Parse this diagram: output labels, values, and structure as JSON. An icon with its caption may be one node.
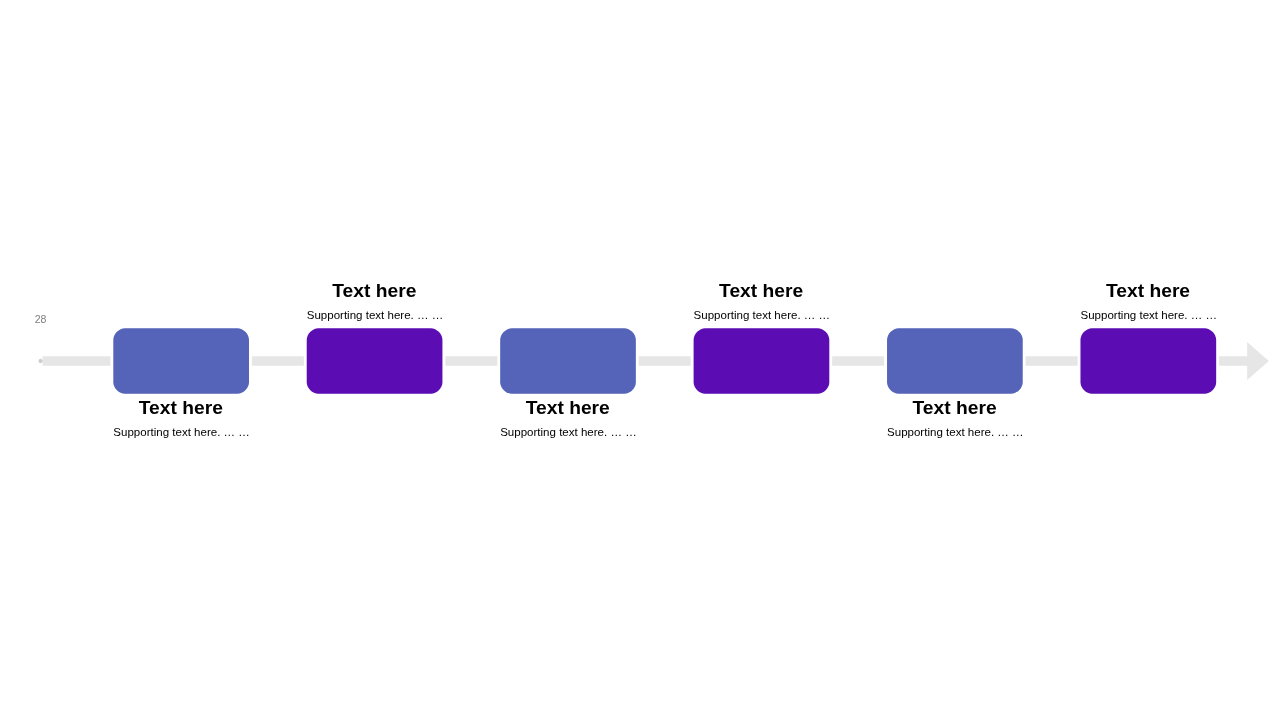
{
  "diagram": {
    "nodes": [
      {
        "text": [
          "Text here",
          "Supporting text here. … …"
        ]
      },
      {
        "text": [
          "Text here",
          "Supporting text here. … …"
        ]
      },
      {
        "text": [
          "Text here",
          "Supporting text here. … …"
        ]
      },
      {
        "text": [
          "Text here",
          "Supporting text here. … …"
        ]
      },
      {
        "text": [
          "Text here",
          "Supporting text here. … …"
        ]
      },
      {
        "text": [
          "Text here",
          "Supporting text here. … …"
        ]
      }
    ],
    "edges": [
      {
        "from": null,
        "to": 0,
        "arrow": "none"
      },
      {
        "from": 0,
        "to": 1,
        "arrow": "none"
      },
      {
        "from": 1,
        "to": 2,
        "arrow": "none"
      },
      {
        "from": 2,
        "to": 3,
        "arrow": "none"
      },
      {
        "from": 3,
        "to": 4,
        "arrow": "none"
      },
      {
        "from": 4,
        "to": 5,
        "arrow": "none"
      },
      {
        "from": 5,
        "to": null,
        "arrow": "to"
      }
    ],
    "labels": [
      "28"
    ]
  }
}
